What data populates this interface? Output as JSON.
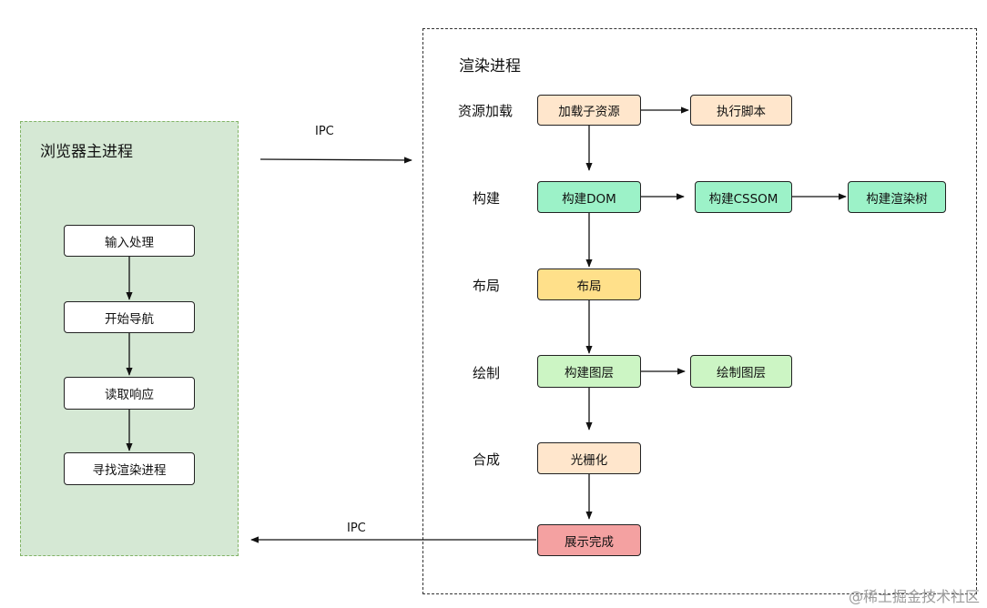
{
  "groups": {
    "browser_main": {
      "title": "浏览器主进程",
      "fill": "#d5e8d4",
      "border": "#82b366"
    },
    "renderer": {
      "title": "渲染进程"
    }
  },
  "main_nodes": [
    {
      "id": "input",
      "label": "输入处理"
    },
    {
      "id": "nav",
      "label": "开始导航"
    },
    {
      "id": "resp",
      "label": "读取响应"
    },
    {
      "id": "find",
      "label": "寻找渲染进程"
    }
  ],
  "row_labels": [
    {
      "id": "resource",
      "label": "资源加载"
    },
    {
      "id": "build",
      "label": "构建"
    },
    {
      "id": "layout",
      "label": "布局"
    },
    {
      "id": "paint",
      "label": "绘制"
    },
    {
      "id": "composite",
      "label": "合成"
    }
  ],
  "render_nodes": [
    {
      "id": "load",
      "label": "加载子资源",
      "fill": "#ffe6cc"
    },
    {
      "id": "script",
      "label": "执行脚本",
      "fill": "#ffe6cc"
    },
    {
      "id": "dom",
      "label": "构建DOM",
      "fill": "#9cf2c8"
    },
    {
      "id": "cssom",
      "label": "构建CSSOM",
      "fill": "#9cf2c8"
    },
    {
      "id": "rtree",
      "label": "构建渲染树",
      "fill": "#9cf2c8"
    },
    {
      "id": "layout",
      "label": "布局",
      "fill": "#ffe08a"
    },
    {
      "id": "layers",
      "label": "构建图层",
      "fill": "#ccf5c4"
    },
    {
      "id": "paintlayers",
      "label": "绘制图层",
      "fill": "#ccf5c4"
    },
    {
      "id": "raster",
      "label": "光栅化",
      "fill": "#ffe6cc"
    },
    {
      "id": "done",
      "label": "展示完成",
      "fill": "#f4a1a1"
    }
  ],
  "edges": [
    {
      "from": "input",
      "to": "nav"
    },
    {
      "from": "nav",
      "to": "resp"
    },
    {
      "from": "resp",
      "to": "find"
    },
    {
      "from": "browser_main",
      "to": "renderer",
      "label": "IPC"
    },
    {
      "from": "load",
      "to": "script"
    },
    {
      "from": "load",
      "to": "dom"
    },
    {
      "from": "dom",
      "to": "cssom"
    },
    {
      "from": "cssom",
      "to": "rtree"
    },
    {
      "from": "dom",
      "to": "layout"
    },
    {
      "from": "layout",
      "to": "layers"
    },
    {
      "from": "layers",
      "to": "paintlayers"
    },
    {
      "from": "layers",
      "to": "raster"
    },
    {
      "from": "raster",
      "to": "done"
    },
    {
      "from": "done",
      "to": "browser_main",
      "label": "IPC"
    }
  ],
  "watermark": "@稀土掘金技术社区"
}
